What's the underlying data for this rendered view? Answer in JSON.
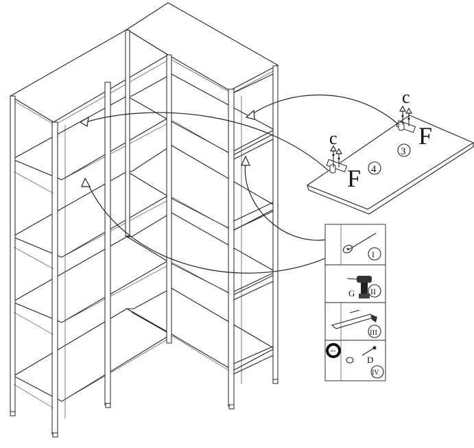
{
  "callouts": {
    "screw_label_a": "c",
    "screw_label_b": "c",
    "bracket_label_a": "F",
    "bracket_label_b": "F",
    "step_number_a": "4",
    "step_number_b": "3"
  },
  "tools": {
    "steps": [
      {
        "numeral": "I"
      },
      {
        "numeral": "II",
        "part": "G"
      },
      {
        "numeral": "III"
      },
      {
        "numeral": "IV",
        "part": "D",
        "torque_note": "~80%"
      }
    ]
  }
}
